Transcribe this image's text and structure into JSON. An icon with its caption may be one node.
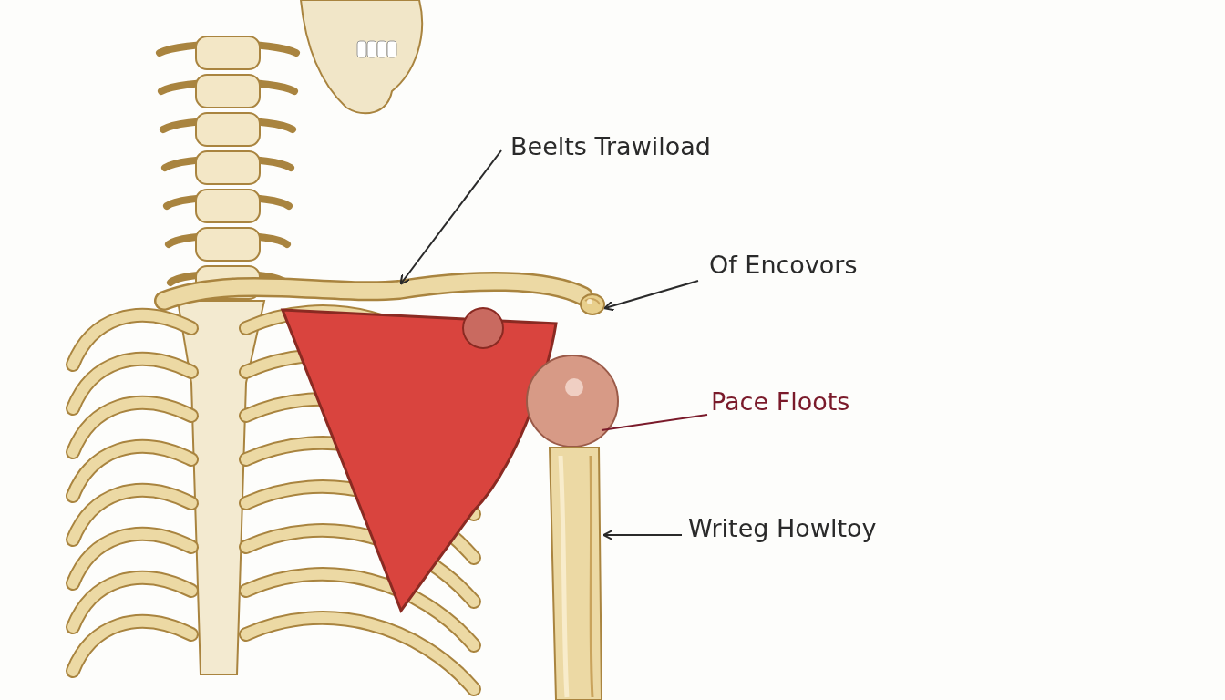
{
  "diagram": {
    "nodes": [
      {
        "text": [
          "Beelts Trawiload"
        ]
      },
      {
        "text": [
          "Of Encovors"
        ]
      },
      {
        "text": [
          "Pace Floots"
        ]
      },
      {
        "text": [
          "Writeg Howltoy"
        ]
      },
      {
        "text": [],
        "shape": "picture"
      },
      {
        "text": [],
        "shape": "picture"
      },
      {
        "text": [],
        "shape": "picture"
      },
      {
        "text": [],
        "shape": "picture"
      }
    ],
    "edges": [
      {
        "from": 0,
        "to": 4,
        "arrow": "to"
      },
      {
        "from": 1,
        "to": 5,
        "arrow": "to"
      },
      {
        "from": 2,
        "to": 6,
        "arrow": "none",
        "color": "#7a1a2a"
      },
      {
        "from": 3,
        "to": 7,
        "arrow": "to"
      }
    ]
  }
}
